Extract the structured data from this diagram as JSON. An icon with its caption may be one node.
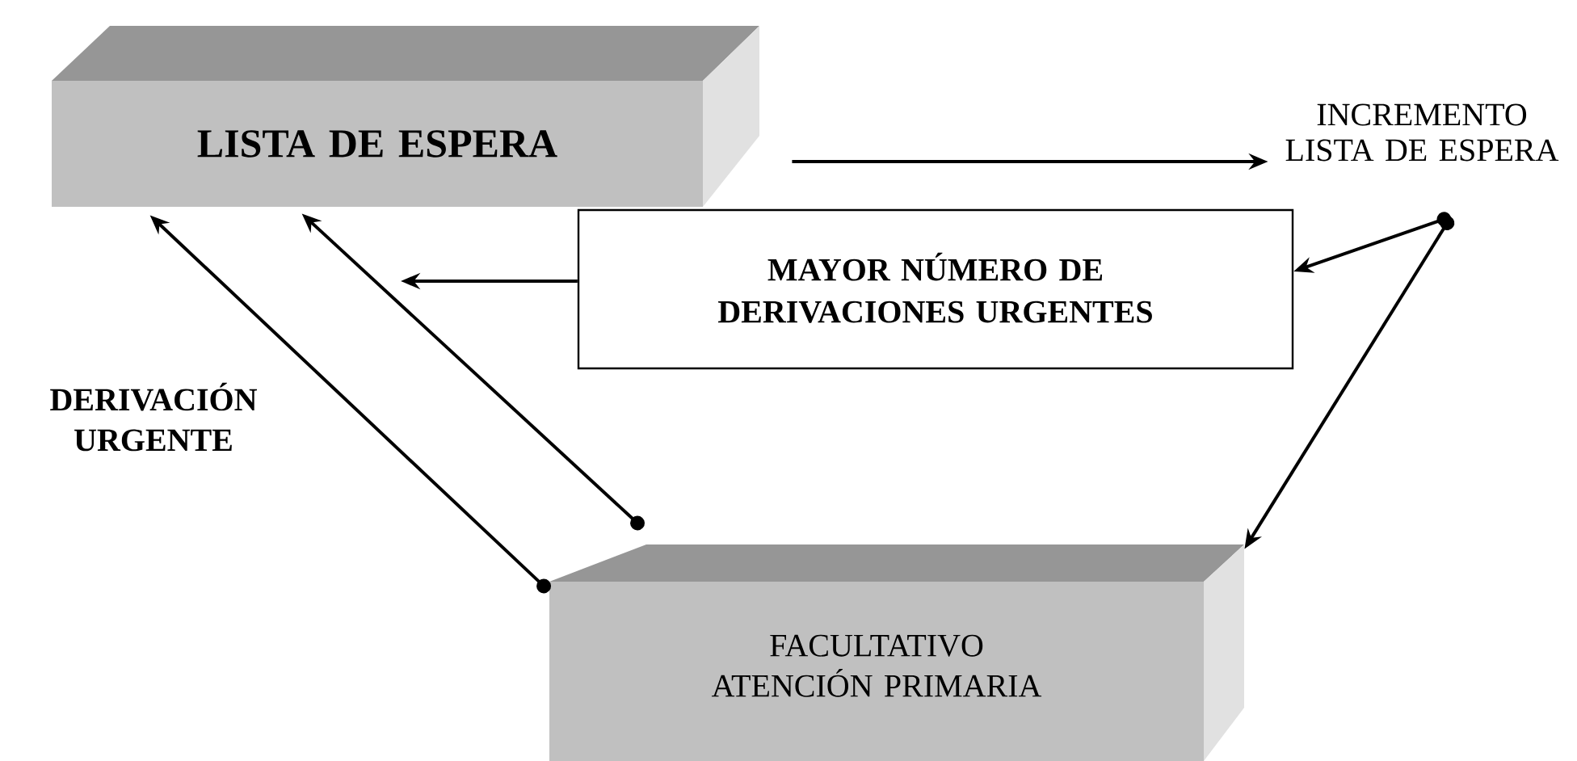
{
  "diagram": {
    "nodes": [
      {
        "text": [
          "LISTA DE ESPERA"
        ]
      },
      {
        "text": [
          "INCREMENTO LISTA DE ESPERA"
        ]
      },
      {
        "text": [
          "MAYOR NÚMERO DE DERIVACIONES URGENTES"
        ]
      },
      {
        "text": [
          "FACULTATIVO ATENCIÓN PRIMARIA"
        ]
      }
    ],
    "edges": [
      {
        "from": 0,
        "to": 1,
        "arrow": "to"
      },
      {
        "from": 1,
        "to": 2,
        "arrow": "to"
      },
      {
        "from": 1,
        "to": 3,
        "arrow": "to"
      },
      {
        "from": 2,
        "to": null,
        "arrow": "to"
      },
      {
        "from": 3,
        "to": 0,
        "arrow": "to"
      },
      {
        "from": 3,
        "to": 0,
        "arrow": "to",
        "label": "DERIVACIÓN URGENTE"
      }
    ]
  }
}
